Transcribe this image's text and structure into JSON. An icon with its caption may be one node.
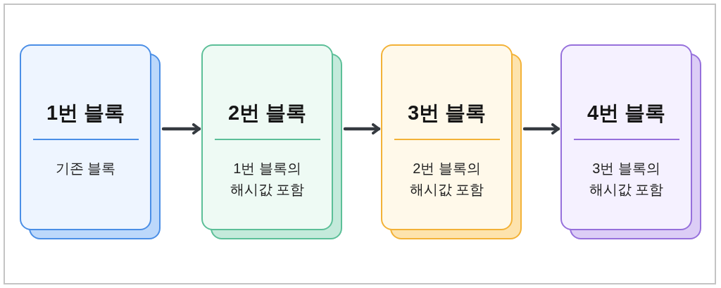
{
  "diagram": {
    "nodes": [
      {
        "text": [
          "1번 블록",
          "기존 블록"
        ]
      },
      {
        "text": [
          "2번 블록",
          "1번 블록의 해시값 포함"
        ]
      },
      {
        "text": [
          "3번 블록",
          "2번 블록의 해시값 포함"
        ]
      },
      {
        "text": [
          "4번 블록",
          "3번 블록의 해시값 포함"
        ]
      }
    ],
    "edges": [
      {
        "from": 0,
        "to": 1,
        "arrow": "to"
      },
      {
        "from": 1,
        "to": 2,
        "arrow": "to"
      },
      {
        "from": 2,
        "to": 3,
        "arrow": "to"
      }
    ]
  }
}
